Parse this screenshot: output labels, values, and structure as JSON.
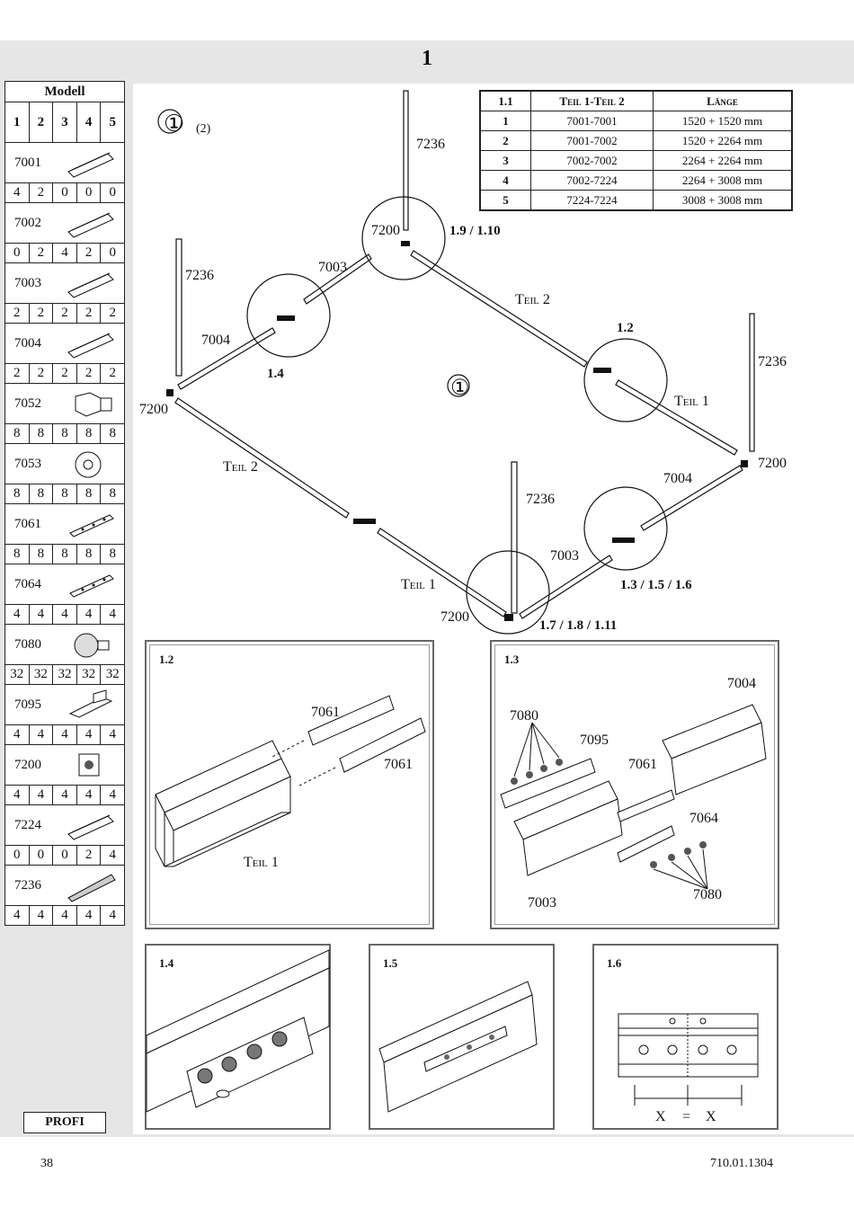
{
  "page": {
    "number": "1",
    "footer_page": "38",
    "footer_code": "710.01.1304"
  },
  "sidebar": {
    "title": "Modell",
    "models": [
      "1",
      "2",
      "3",
      "4",
      "5"
    ],
    "parts": [
      {
        "id": "7001",
        "qty": [
          "4",
          "2",
          "0",
          "0",
          "0"
        ],
        "icon": "profile-rail-icon"
      },
      {
        "id": "7002",
        "qty": [
          "0",
          "2",
          "4",
          "2",
          "0"
        ],
        "icon": "profile-rail-icon"
      },
      {
        "id": "7003",
        "qty": [
          "2",
          "2",
          "2",
          "2",
          "2"
        ],
        "icon": "profile-rail-icon"
      },
      {
        "id": "7004",
        "qty": [
          "2",
          "2",
          "2",
          "2",
          "2"
        ],
        "icon": "profile-rail-icon"
      },
      {
        "id": "7052",
        "qty": [
          "8",
          "8",
          "8",
          "8",
          "8"
        ],
        "icon": "hex-nut-icon"
      },
      {
        "id": "7053",
        "qty": [
          "8",
          "8",
          "8",
          "8",
          "8"
        ],
        "icon": "round-nut-icon"
      },
      {
        "id": "7061",
        "qty": [
          "8",
          "8",
          "8",
          "8",
          "8"
        ],
        "icon": "connector-plate-icon"
      },
      {
        "id": "7064",
        "qty": [
          "4",
          "4",
          "4",
          "4",
          "4"
        ],
        "icon": "connector-plate-icon"
      },
      {
        "id": "7080",
        "qty": [
          "32",
          "32",
          "32",
          "32",
          "32"
        ],
        "icon": "knurled-screw-icon"
      },
      {
        "id": "7095",
        "qty": [
          "4",
          "4",
          "4",
          "4",
          "4"
        ],
        "icon": "angle-plate-icon"
      },
      {
        "id": "7200",
        "qty": [
          "4",
          "4",
          "4",
          "4",
          "4"
        ],
        "icon": "corner-foot-icon"
      },
      {
        "id": "7224",
        "qty": [
          "0",
          "0",
          "0",
          "2",
          "4"
        ],
        "icon": "profile-rail-icon"
      },
      {
        "id": "7236",
        "qty": [
          "4",
          "4",
          "4",
          "4",
          "4"
        ],
        "icon": "post-profile-icon"
      }
    ],
    "badge": "PROFI"
  },
  "length_table": {
    "headers": [
      "1.1",
      "Teil 1-Teil 2",
      "Länge"
    ],
    "rows": [
      [
        "1",
        "7001-7001",
        "1520 + 1520 mm"
      ],
      [
        "2",
        "7001-7002",
        "1520 + 2264 mm"
      ],
      [
        "3",
        "7002-7002",
        "2264 + 2264 mm"
      ],
      [
        "4",
        "7002-7224",
        "2264 + 3008 mm"
      ],
      [
        "5",
        "7224-7224",
        "3008 + 3008 mm"
      ]
    ]
  },
  "overview": {
    "step_symbol": "①",
    "quantity_note": "(2)",
    "labels": {
      "post_top": "7236",
      "post_left": "7236",
      "post_right": "7236",
      "post_front": "7236",
      "corner_top": "7200",
      "corner_left": "7200",
      "corner_right": "7200",
      "corner_front": "7200",
      "ref_top": "1.9 / 1.10",
      "ref_left": "1.4",
      "ref_right": "1.2",
      "ref_front_right": "1.3 / 1.5 / 1.6",
      "ref_front": "1.7 / 1.8 / 1.11",
      "rail_7003_back": "7003",
      "rail_7004_back": "7004",
      "rail_7004_front": "7004",
      "rail_7003_front": "7003",
      "teil2_back": "Teil 2",
      "teil1_right": "Teil 1",
      "teil2_left": "Teil 2",
      "teil1_front": "Teil 1",
      "center_symbol": "①"
    }
  },
  "detail_1_2": {
    "tag": "1.2",
    "part_a": "7061",
    "part_b": "7061",
    "teil": "Teil 1"
  },
  "detail_1_3": {
    "tag": "1.3",
    "p7004": "7004",
    "p7080a": "7080",
    "p7095": "7095",
    "p7061": "7061",
    "p7064": "7064",
    "p7003": "7003",
    "p7080b": "7080"
  },
  "detail_1_4": {
    "tag": "1.4"
  },
  "detail_1_5": {
    "tag": "1.5"
  },
  "detail_1_6": {
    "tag": "1.6",
    "dim_left": "X",
    "equals": "=",
    "dim_right": "X"
  }
}
